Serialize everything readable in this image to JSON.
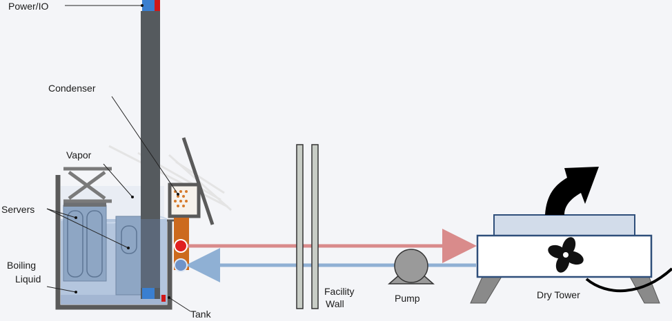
{
  "labels": {
    "power_io": "Power/IO",
    "condenser": "Condenser",
    "vapor": "Vapor",
    "servers": "Servers",
    "boiling_liquid_line1": "Boiling",
    "boiling_liquid_line2": "Liquid",
    "tank": "Tank",
    "facility_wall_line1": "Facility",
    "facility_wall_line2": "Wall",
    "pump": "Pump",
    "dry_tower": "Dry Tower"
  },
  "colors": {
    "hot_line": "#d98b8b",
    "cold_line": "#8fb0d4",
    "hot_valve": "#e02020",
    "cold_valve": "#6f93c8",
    "power_blue": "#3a7fd0",
    "power_red": "#d01818",
    "column": "#555a5e",
    "tank_wall": "#5a5a5a",
    "liquid": "#b4c6de",
    "server": "#8ea6c4",
    "condenser_box": "#f6f2ec",
    "condenser_dots": "#d67a2a",
    "copper_pipe": "#cc6a1e",
    "tower_body": "#ffffff",
    "tower_outline": "#2e4e7a",
    "tower_top": "#d2dcea",
    "tower_legs": "#8a8a8a",
    "fan": "#111111",
    "wall_panel": "#c8cdc6",
    "pump_body": "#9a9a9a"
  },
  "icons": {
    "fan": "fan-icon",
    "exhaust": "curved-arrow-icon",
    "pump": "pump-icon"
  }
}
